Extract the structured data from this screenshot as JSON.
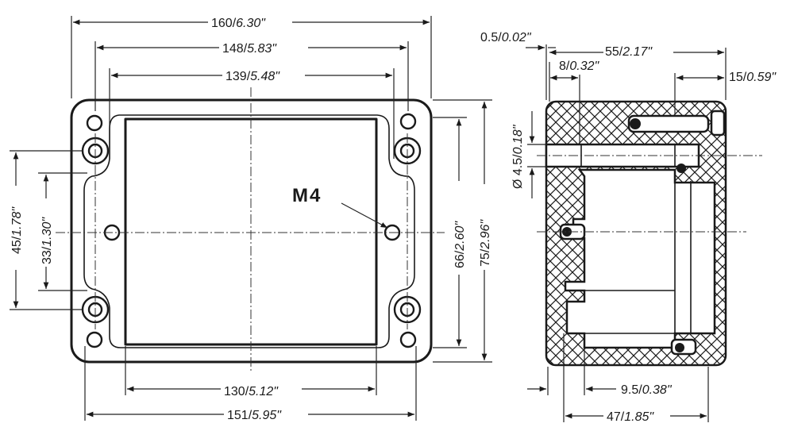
{
  "dimensions": {
    "d160": {
      "mm": "160/",
      "inch": "6.30\""
    },
    "d148": {
      "mm": "148/",
      "inch": "5.83\""
    },
    "d139": {
      "mm": "139/",
      "inch": "5.48\""
    },
    "d45": {
      "mm": "45/",
      "inch": "1.78\""
    },
    "d33": {
      "mm": "33/",
      "inch": "1.30\""
    },
    "d66": {
      "mm": "66/",
      "inch": "2.60\""
    },
    "d75": {
      "mm": "75/",
      "inch": "2.96\""
    },
    "d130": {
      "mm": "130/",
      "inch": "5.12\""
    },
    "d151": {
      "mm": "151/",
      "inch": "5.95\""
    },
    "d05": {
      "mm": "0.5/",
      "inch": "0.02\""
    },
    "d55": {
      "mm": "55/",
      "inch": "2.17\""
    },
    "d8": {
      "mm": "8/",
      "inch": "0.32\""
    },
    "d15": {
      "mm": "15/",
      "inch": "0.59\""
    },
    "d45dia": {
      "mm": "Ø 4.5/",
      "inch": "0.18\""
    },
    "d95": {
      "mm": "9.5/",
      "inch": "0.38\""
    },
    "d47": {
      "mm": "47/",
      "inch": "1.85\""
    }
  },
  "thread_label": "M4"
}
